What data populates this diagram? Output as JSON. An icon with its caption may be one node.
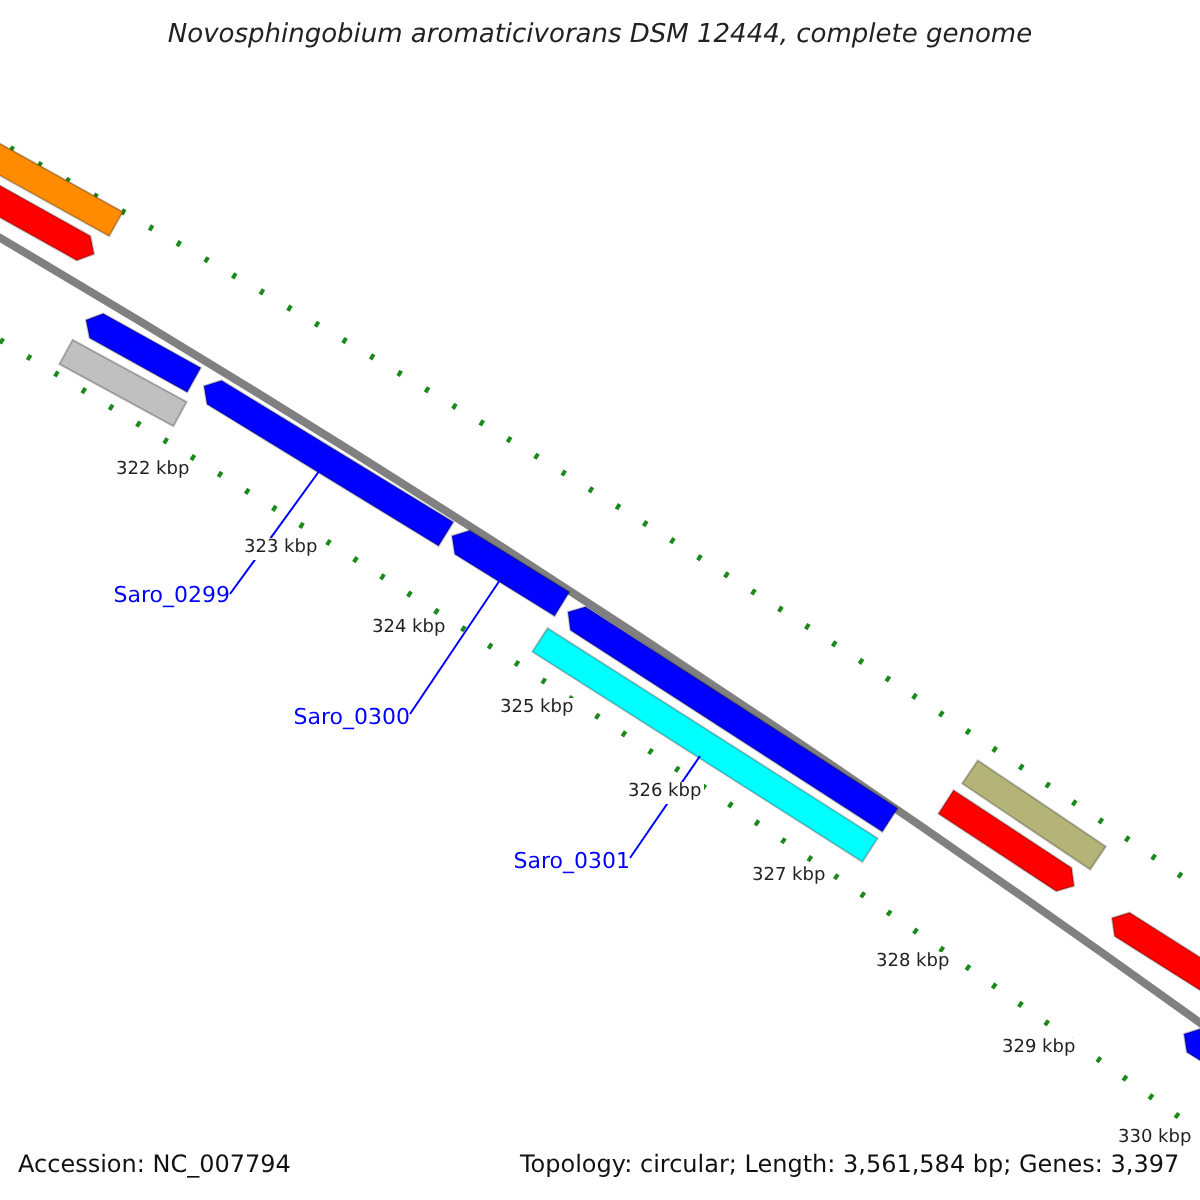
{
  "diagram": {
    "title": "Novosphingobium aromaticivorans DSM 12444, complete genome",
    "nodes": [
      {
        "text": [],
        "shape": "bar"
      },
      {
        "text": [],
        "shape": "bar"
      },
      {
        "text": [],
        "shape": "bar"
      },
      {
        "text": [],
        "shape": "bar"
      },
      {
        "text": [],
        "shape": "bar"
      },
      {
        "text": [],
        "shape": "bar"
      },
      {
        "text": [],
        "shape": "bar"
      },
      {
        "text": [],
        "shape": "bar"
      },
      {
        "text": [],
        "shape": "bar"
      },
      {
        "text": [],
        "shape": "bar"
      },
      {
        "text": [],
        "shape": "bar"
      },
      {
        "text": [],
        "shape": "bar"
      },
      {
        "text": [
          "Saro_0299"
        ]
      },
      {
        "text": [
          "Saro_0300"
        ]
      },
      {
        "text": [
          "Saro_0301"
        ]
      }
    ],
    "edges": [
      {
        "from": 12,
        "to": 4,
        "arrow": "none"
      },
      {
        "from": 13,
        "to": 5,
        "arrow": "none"
      },
      {
        "from": 14,
        "to": 6,
        "arrow": "none"
      }
    ],
    "labels": [
      "322 kbp",
      "323 kbp",
      "324 kbp",
      "325 kbp",
      "326 kbp",
      "327 kbp",
      "328 kbp",
      "329 kbp",
      "330 kbp",
      "Accession: NC_007794",
      "Topology: circular; Length: 3,561,584 bp; Genes: 3,397"
    ]
  }
}
